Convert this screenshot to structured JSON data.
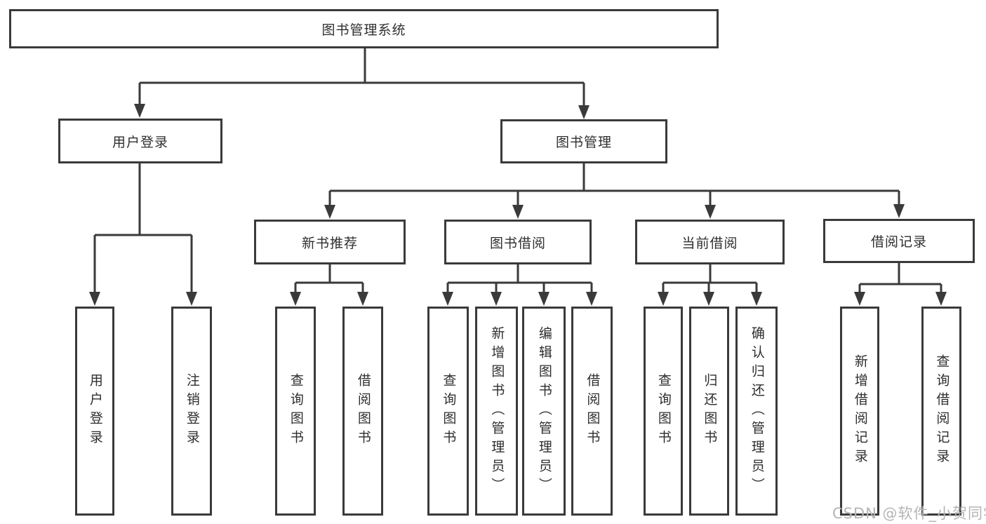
{
  "diagram": {
    "root": {
      "label": "图书管理系统"
    },
    "branches": [
      {
        "label": "用户登录",
        "children": [
          {
            "label": "用户登录"
          },
          {
            "label": "注销登录"
          }
        ]
      },
      {
        "label": "图书管理",
        "sections": [
          {
            "label": "新书推荐",
            "children": [
              {
                "label": "查询图书"
              },
              {
                "label": "借阅图书"
              }
            ]
          },
          {
            "label": "图书借阅",
            "children": [
              {
                "label": "查询图书"
              },
              {
                "label": "新增图书（管理员）"
              },
              {
                "label": "编辑图书（管理员）"
              },
              {
                "label": "借阅图书"
              }
            ]
          },
          {
            "label": "当前借阅",
            "children": [
              {
                "label": "查询图书"
              },
              {
                "label": "归还图书"
              },
              {
                "label": "确认归还（管理员）"
              }
            ]
          },
          {
            "label": "借阅记录",
            "children": [
              {
                "label": "新增借阅记录"
              },
              {
                "label": "查询借阅记录"
              }
            ]
          }
        ]
      }
    ]
  },
  "watermark": {
    "text": "CSDN @软件_小贺同学"
  },
  "colors": {
    "line": "#3a3a3a",
    "box_border": "#3a3a3a",
    "text": "#2e2e2e",
    "watermark": "#b5b5b5",
    "background": "#ffffff"
  }
}
